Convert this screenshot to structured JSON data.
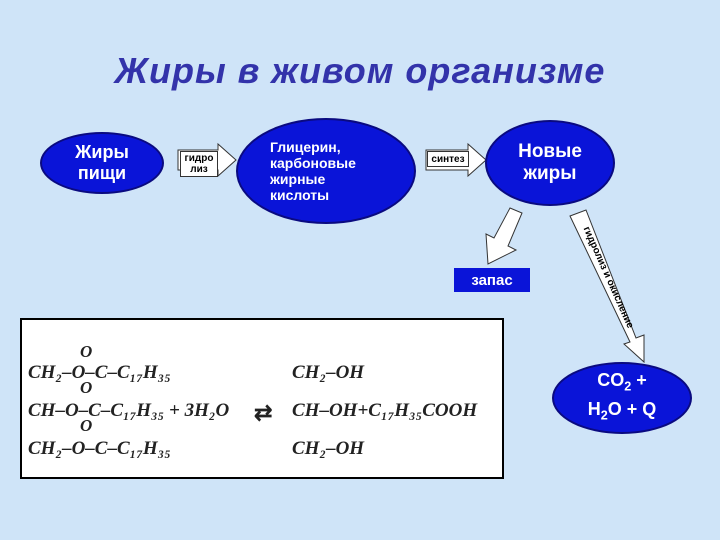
{
  "title": "Жиры в живом организме",
  "nodes": {
    "food_fats": "Жиры\nпищи",
    "glycerol": "Глицерин,\nкарбоновые\nжирные\nкислоты",
    "new_fats": "Новые\nжиры",
    "reserve": "запас"
  },
  "products": {
    "co2": "CO",
    "sub2": "2",
    "plus1": " +",
    "h": "H",
    "o_q": "O + Q"
  },
  "arrows": {
    "hydrolysis": "гидро\nлиз",
    "synthesis": "синтез",
    "hydrolysis_oxidation": "гидролиз и окисление"
  },
  "equation": {
    "o": "O",
    "row1_left": "CH₂–O–C–C₁₇H₃₅",
    "row2_left": "CH–O–C–C₁₇H₃₅ + 3H₂O",
    "row3_left": "CH₂–O–C–C₁₇H₃₅",
    "arrow": "⇄",
    "row1_right": "CH₂–OH",
    "row2_right": "CH–OH+C₁₇H₃₅COOH",
    "row3_right": "CH₂–OH"
  },
  "colors": {
    "node_fill": "#0a14d8",
    "title": "#3333aa",
    "background": "#cfe4f8"
  }
}
